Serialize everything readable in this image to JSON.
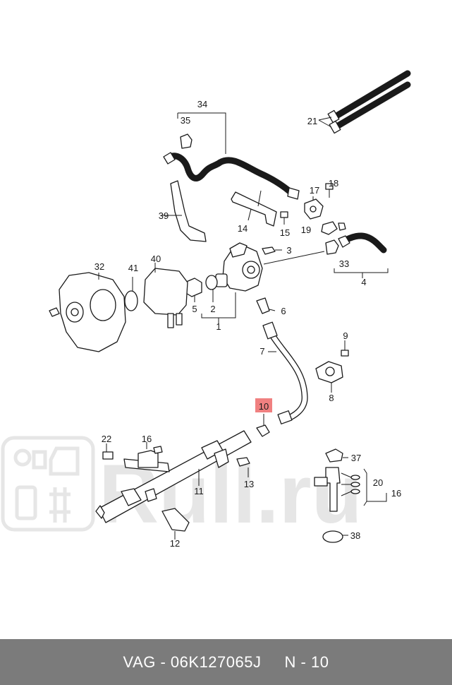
{
  "footer": {
    "text": "VAG - 06K127065J     N - 10"
  },
  "callouts": {
    "c1": "1",
    "c2": "2",
    "c3": "3",
    "c4": "4",
    "c5": "5",
    "c6": "6",
    "c7": "7",
    "c8": "8",
    "c9": "9",
    "c10": "10",
    "c11": "11",
    "c12": "12",
    "c13": "13",
    "c14": "14",
    "c15": "15",
    "c16a": "16",
    "c16b": "16",
    "c17": "17",
    "c18": "18",
    "c19": "19",
    "c20": "20",
    "c21": "21",
    "c22": "22",
    "c32": "32",
    "c33": "33",
    "c34": "34",
    "c35": "35",
    "c37": "37",
    "c38": "38",
    "c39": "39",
    "c40": "40",
    "c41": "41"
  },
  "highlight": {
    "part": "10",
    "color": "#f08080"
  },
  "watermark": {
    "text": "Rull.ru",
    "color": "#e6e6e6"
  }
}
